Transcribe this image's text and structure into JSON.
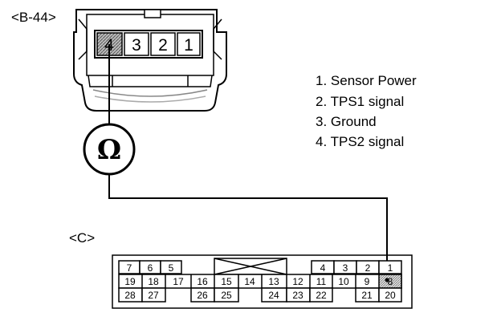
{
  "connector_b44": {
    "label": "<B-44>",
    "pins": [
      "4",
      "3",
      "2",
      "1"
    ],
    "probed_pin": "4"
  },
  "meter": {
    "symbol": "Ω",
    "icon": "ohmmeter-icon"
  },
  "legend": [
    "1. Sensor Power",
    "2. TPS1 signal",
    "3. Ground",
    "4. TPS2 signal"
  ],
  "connector_c": {
    "label": "<C>",
    "probed_pin": "8",
    "row1_left": [
      "7",
      "6",
      "5"
    ],
    "row1_right": [
      "4",
      "3",
      "2",
      "1"
    ],
    "row2": [
      "19",
      "18",
      "17",
      "16",
      "15",
      "14",
      "13",
      "12",
      "11",
      "10",
      "9",
      "8"
    ],
    "row3_a": [
      "28",
      "27"
    ],
    "row3_b": [
      "26",
      "25"
    ],
    "row3_c": [
      "24",
      "23",
      "22"
    ],
    "row3_d": [
      "21",
      "20"
    ]
  }
}
